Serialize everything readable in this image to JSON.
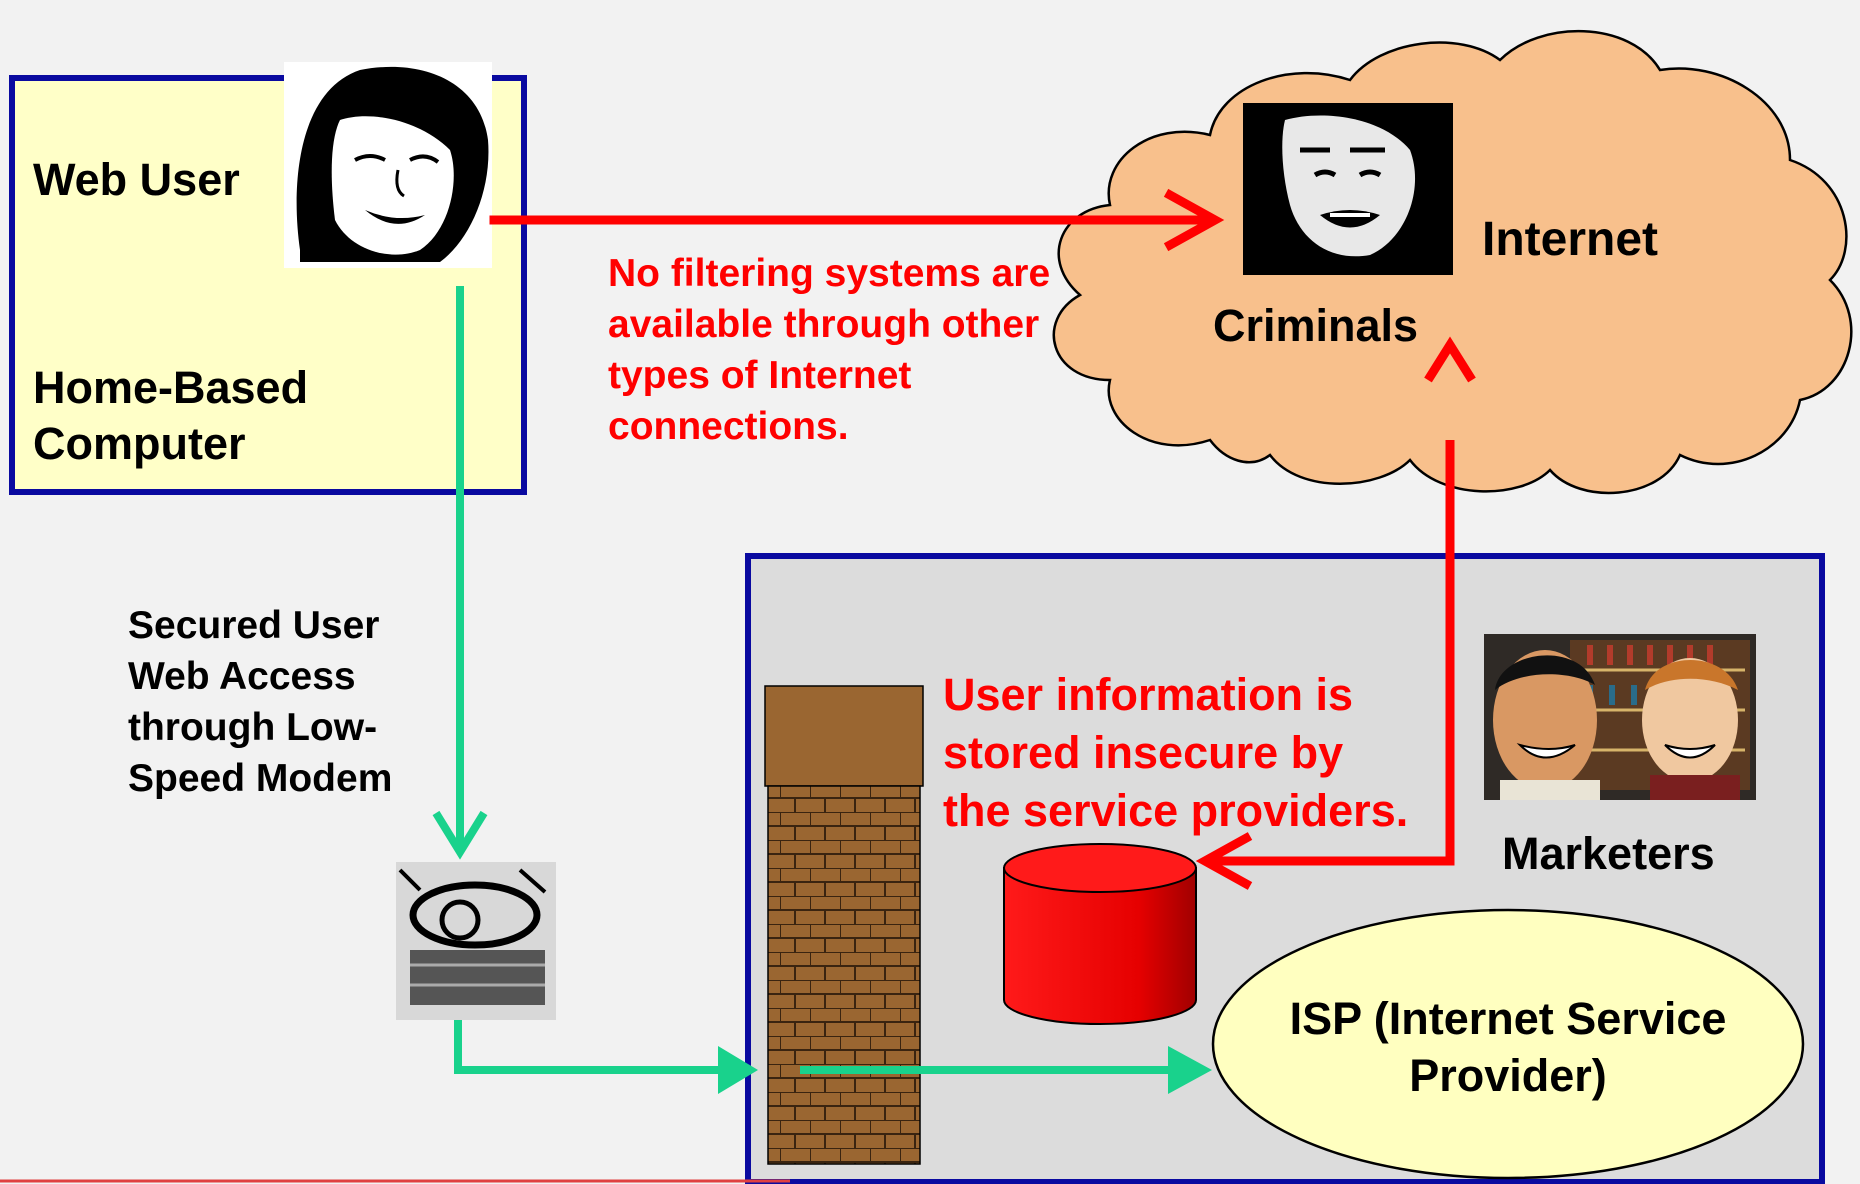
{
  "home": {
    "web_user_label": "Web User",
    "home_based_label_1": "Home-Based",
    "home_based_label_2": "Computer",
    "box_fill": "#ffffc8",
    "box_border": "#0a0aa0"
  },
  "modem_link": {
    "lines": [
      "Secured User",
      "Web Access",
      "through Low-",
      "Speed Modem"
    ]
  },
  "criminal_link": {
    "lines": [
      "No filtering systems are",
      "available through other",
      "types of Internet",
      "connections."
    ]
  },
  "internet": {
    "label": "Internet",
    "criminals_label": "Criminals",
    "cloud_fill": "#f8c08c"
  },
  "isp_area": {
    "storage_lines": [
      "User information is",
      "stored insecure by",
      "the service providers."
    ],
    "marketers_label": "Marketers",
    "isp_lines": [
      "ISP (Internet Service",
      "Provider)"
    ],
    "box_fill": "#dcdcdc",
    "ellipse_fill": "#ffffc0"
  },
  "colors": {
    "red_arrow": "#ff0000",
    "green_arrow": "#19d28c",
    "wall": "#9a6631",
    "database": "#ff0000"
  }
}
